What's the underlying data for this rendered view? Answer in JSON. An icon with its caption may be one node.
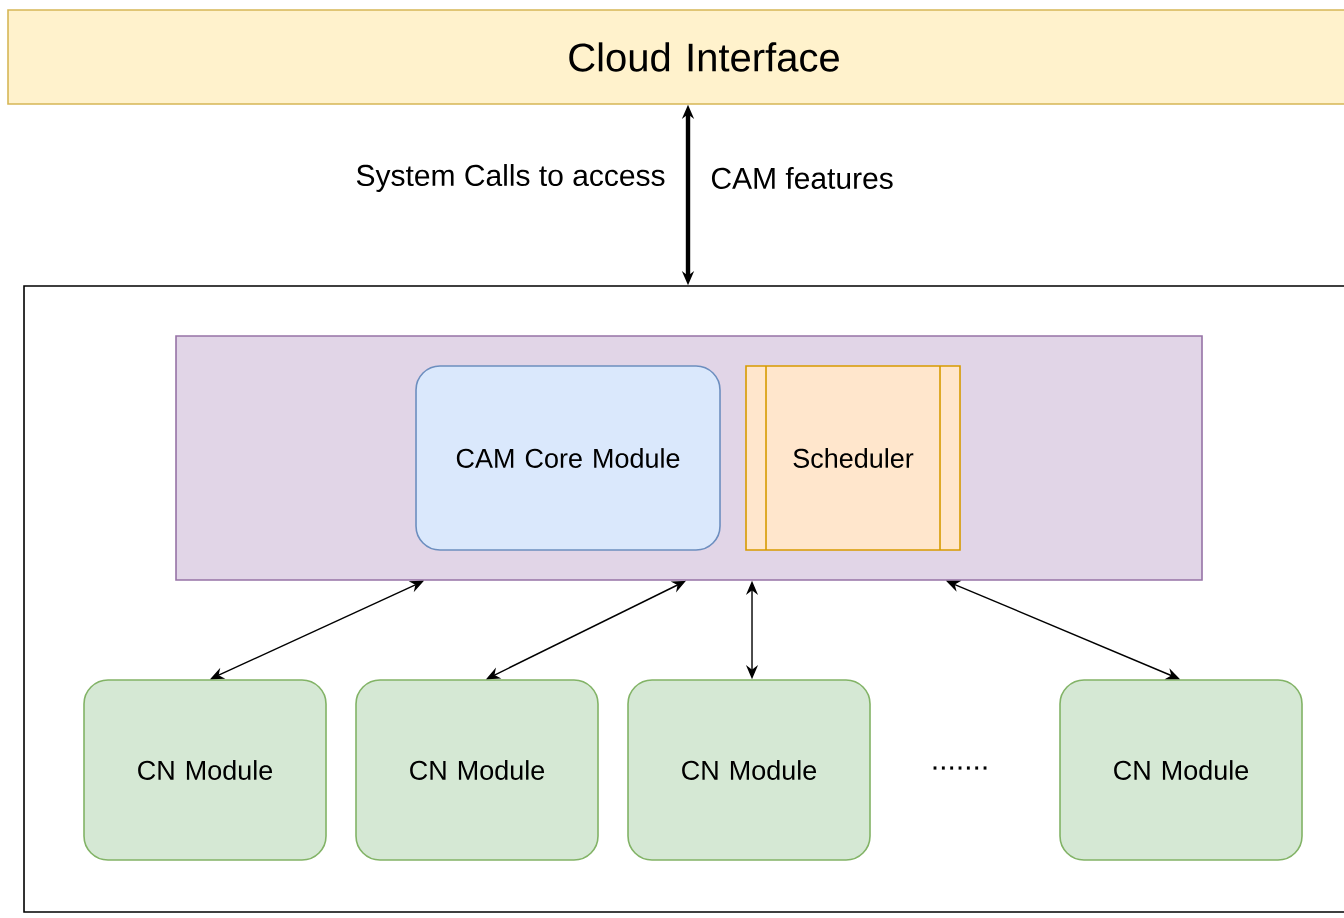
{
  "diagram": {
    "nodes": [
      {
        "text": [
          "Cloud Interface"
        ]
      },
      {
        "text": [],
        "shape": "box"
      },
      {
        "text": [],
        "shape": "box",
        "in": 1
      },
      {
        "text": [
          "CAM Core Module"
        ],
        "in": 2
      },
      {
        "text": [
          "Scheduler"
        ],
        "in": 2
      },
      {
        "text": [
          "CN Module"
        ],
        "in": 1
      },
      {
        "text": [
          "CN Module"
        ],
        "in": 1
      },
      {
        "text": [
          "CN Module"
        ],
        "in": 1
      },
      {
        "text": [
          "CN Module"
        ],
        "in": 1
      }
    ],
    "edges": [
      {
        "from": 0,
        "to": 1,
        "arrow": "both",
        "style": "thick"
      },
      {
        "from": 2,
        "to": 5,
        "arrow": "both"
      },
      {
        "from": 2,
        "to": 6,
        "arrow": "both"
      },
      {
        "from": 2,
        "to": 7,
        "arrow": "both"
      },
      {
        "from": 2,
        "to": 8,
        "arrow": "both"
      }
    ],
    "labels": [
      "System Calls to access",
      "CAM features",
      "......."
    ]
  }
}
